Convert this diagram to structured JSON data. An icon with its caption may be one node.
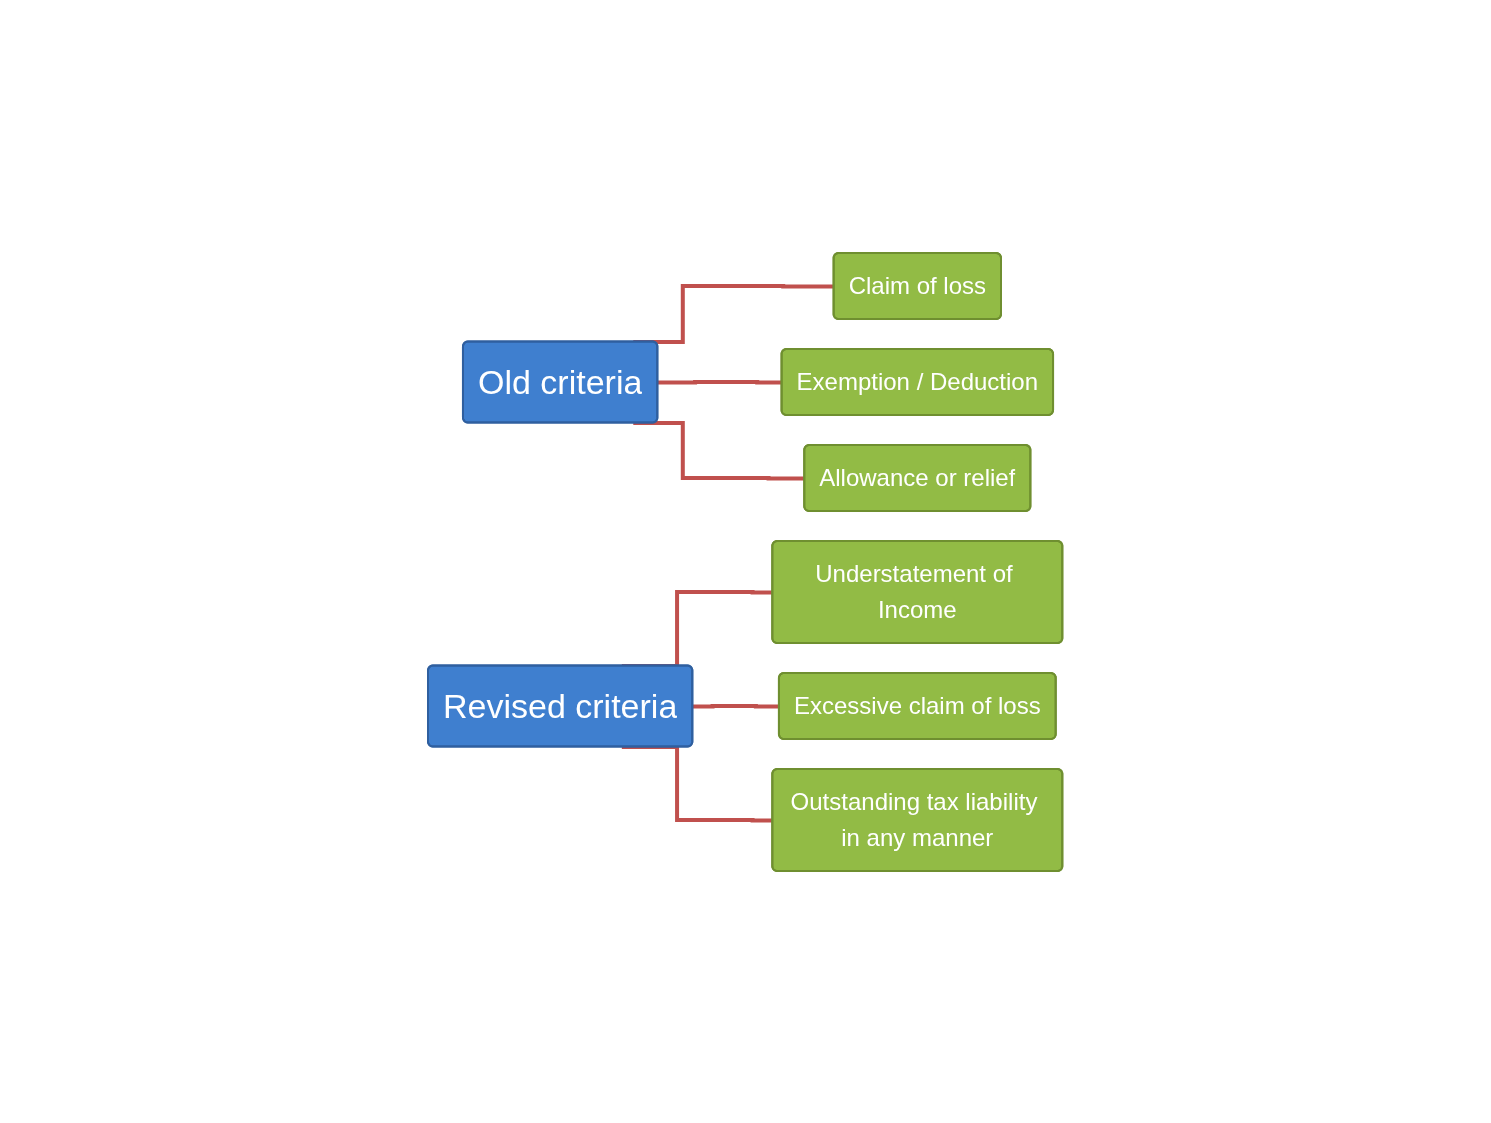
{
  "diagram": {
    "nodes": [
      {
        "text": [
          "Old criteria"
        ]
      },
      {
        "text": [
          "Claim of loss"
        ]
      },
      {
        "text": [
          "Exemption / Deduction"
        ]
      },
      {
        "text": [
          "Allowance or relief"
        ]
      },
      {
        "text": [
          "Revised criteria"
        ]
      },
      {
        "text": [
          "Understatement of Income"
        ]
      },
      {
        "text": [
          "Excessive claim of loss"
        ]
      },
      {
        "text": [
          "Outstanding tax liability in any manner"
        ]
      }
    ],
    "edges": [
      {
        "from": 0,
        "to": 1,
        "arrow": "none"
      },
      {
        "from": 0,
        "to": 2,
        "arrow": "none"
      },
      {
        "from": 0,
        "to": 3,
        "arrow": "none"
      },
      {
        "from": 4,
        "to": 5,
        "arrow": "none"
      },
      {
        "from": 4,
        "to": 6,
        "arrow": "none"
      },
      {
        "from": 4,
        "to": 7,
        "arrow": "none"
      }
    ]
  }
}
